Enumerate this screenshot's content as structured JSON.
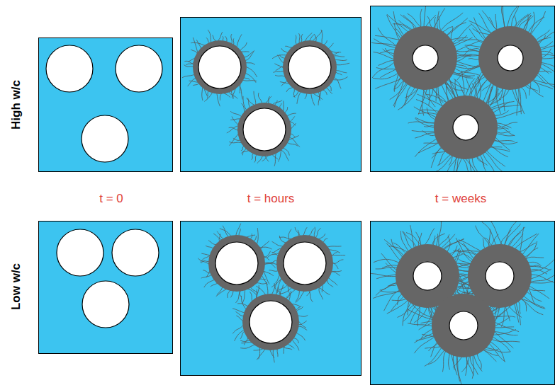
{
  "diagram": {
    "labels": [
      "High w/c",
      "t = 0",
      "t = hours",
      "t = weeks",
      "Low w/c"
    ]
  }
}
